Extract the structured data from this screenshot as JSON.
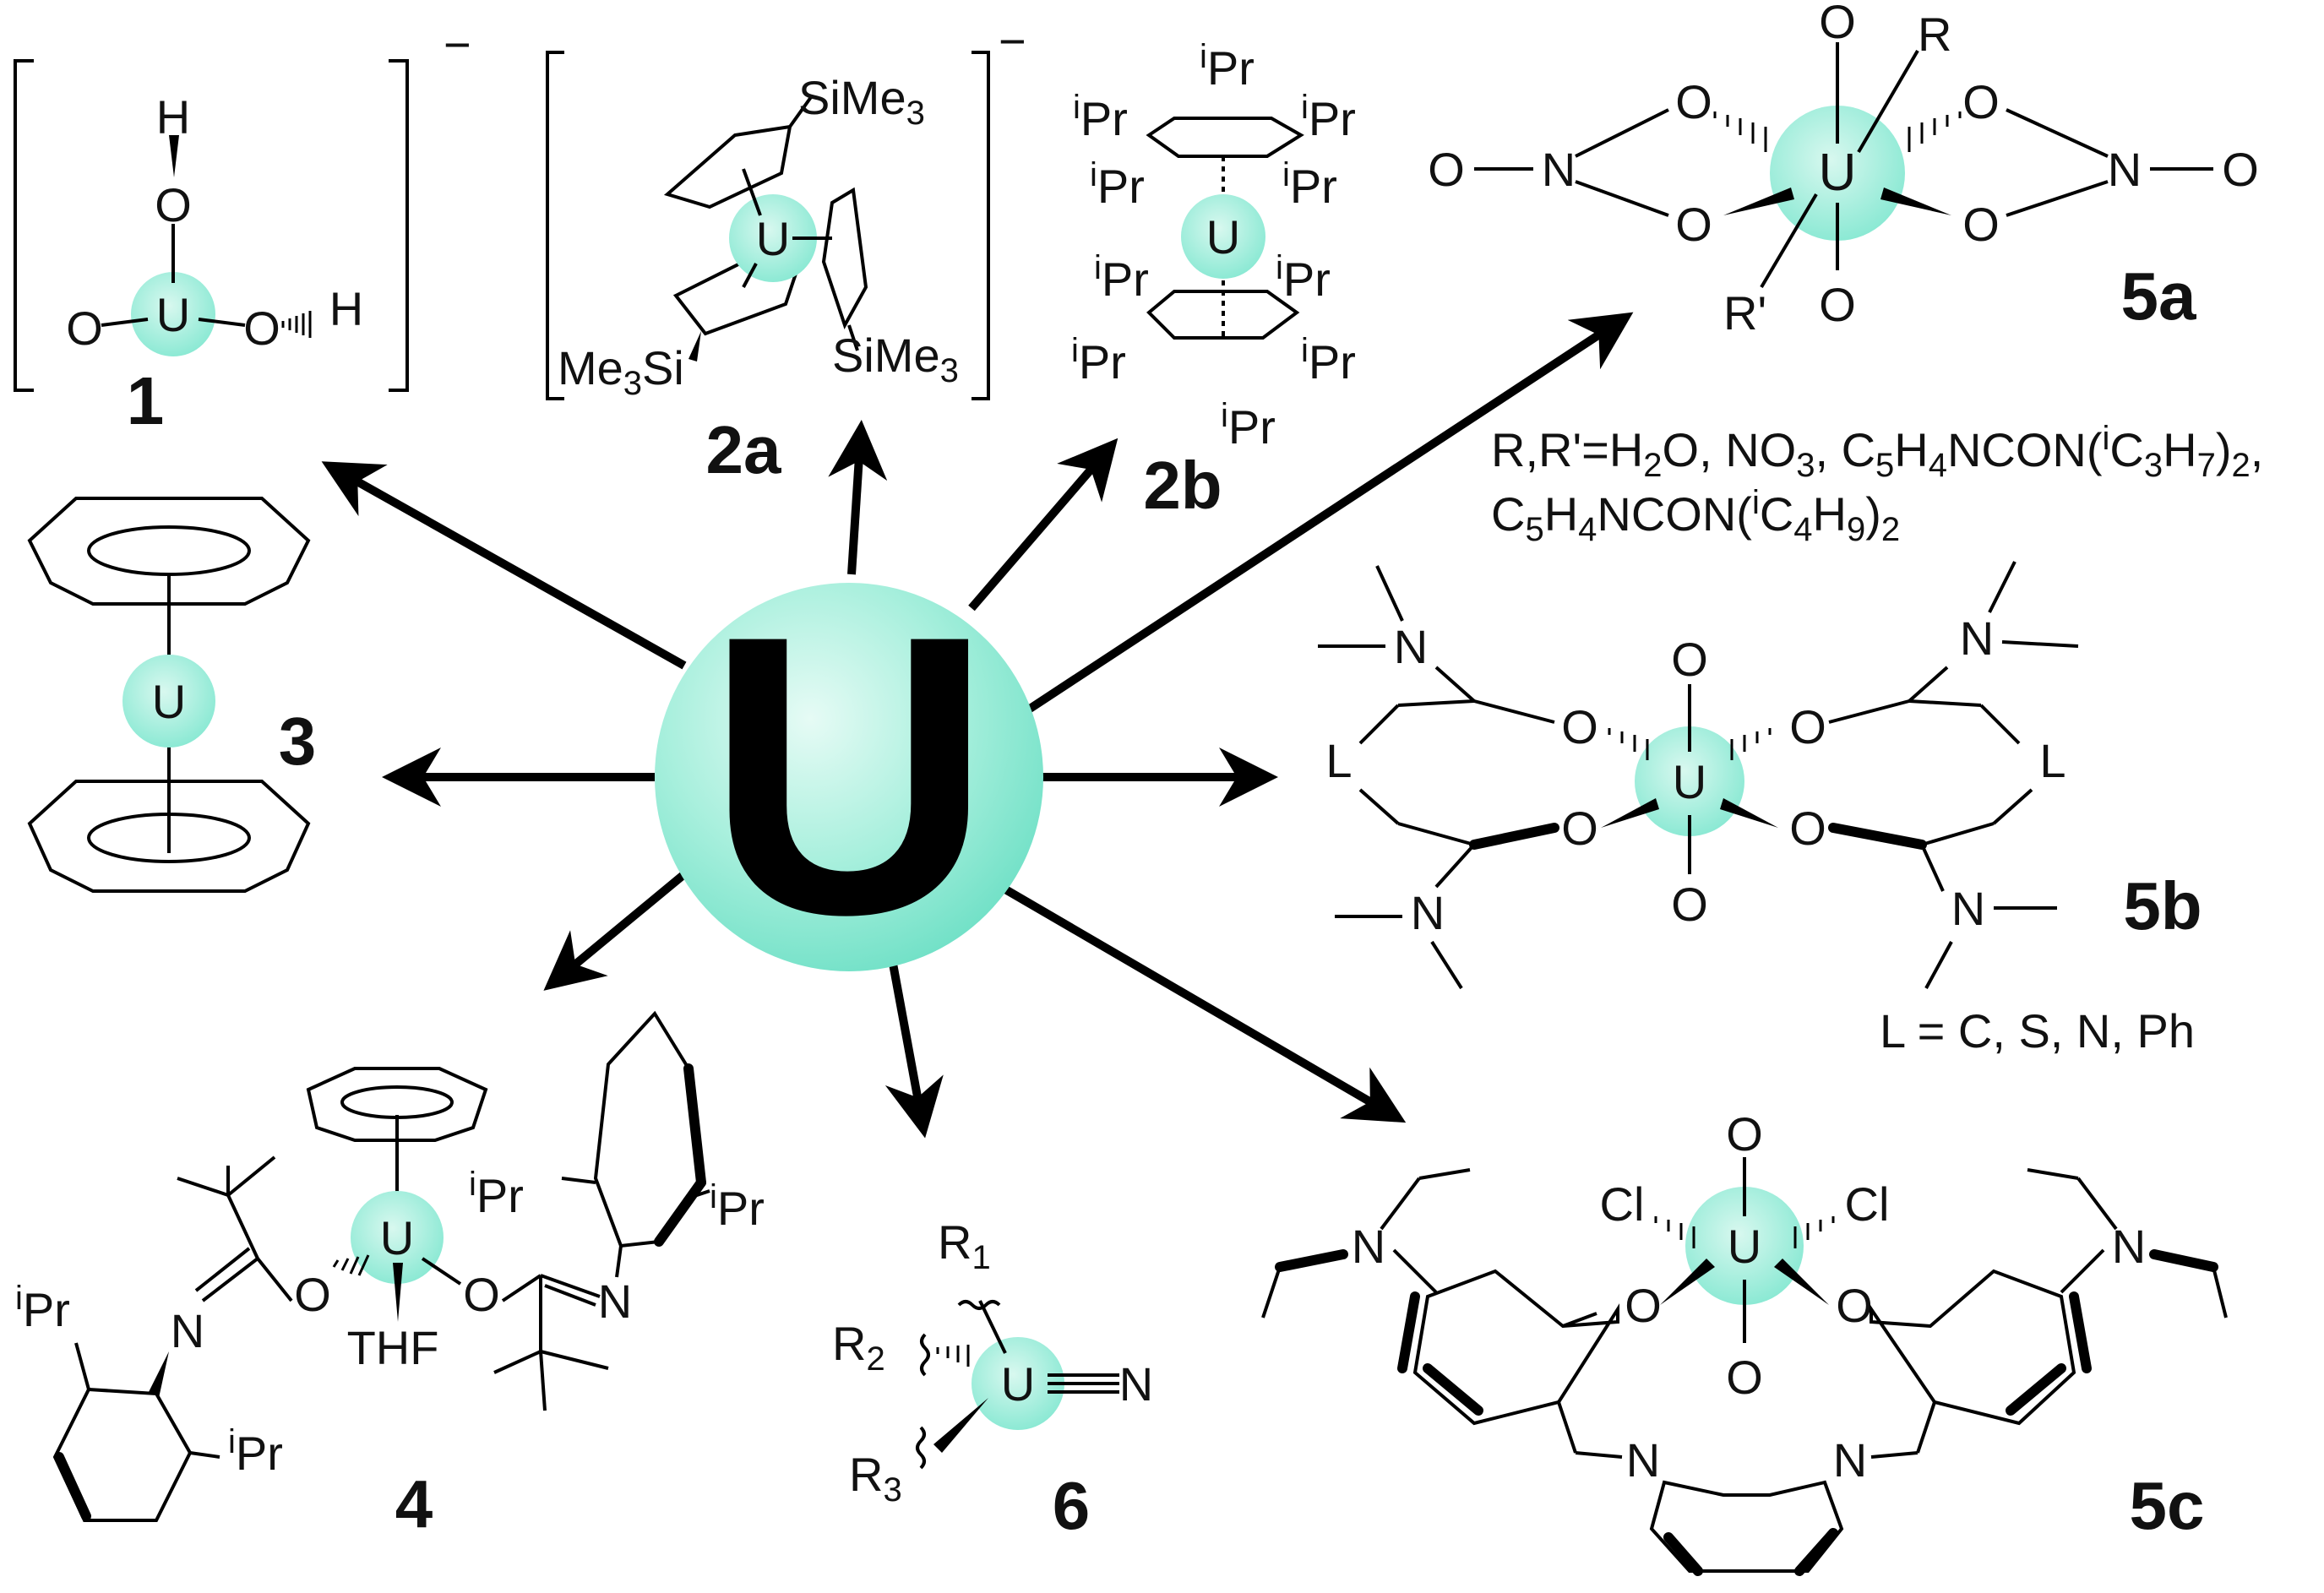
{
  "center": {
    "element": "U",
    "color": "#7fe5cf"
  },
  "accent_color": "#7fe5cf",
  "compounds": {
    "c1": {
      "label": "1",
      "charge": "−",
      "atoms": {
        "u": "U",
        "o_left": "O",
        "o_top": "O",
        "o_right": "O",
        "h_top": "H",
        "h_right": "H"
      }
    },
    "c2a": {
      "label": "2a",
      "charge": "−",
      "atoms": {
        "u": "U"
      },
      "substituent_top": {
        "main": "SiMe",
        "sub": "3"
      },
      "substituent_bottom_left": {
        "main": "Me",
        "sub": "3",
        "tail": "Si"
      },
      "substituent_bottom_right": {
        "main": "SiMe",
        "sub": "3"
      }
    },
    "c2b": {
      "label": "2b",
      "atoms": {
        "u": "U"
      },
      "ipr": {
        "sup": "i",
        "main": "Pr"
      }
    },
    "c3": {
      "label": "3",
      "atoms": {
        "u": "U"
      }
    },
    "c4": {
      "label": "4",
      "atoms": {
        "u": "U",
        "thf": "THF",
        "o1": "O",
        "o2": "O",
        "n1": "N",
        "n2": "N"
      },
      "ipr": {
        "sup": "i",
        "main": "Pr"
      }
    },
    "c5a": {
      "label": "5a",
      "atoms": {
        "u": "U",
        "o": "O",
        "n": "N",
        "r": "R",
        "r_prime": "R'"
      },
      "note_line1": [
        {
          "t": "R,R'=H"
        },
        {
          "s": "2"
        },
        {
          "t": "O, NO"
        },
        {
          "s": "3"
        },
        {
          "t": ", C"
        },
        {
          "s": "5"
        },
        {
          "t": "H"
        },
        {
          "s": "4"
        },
        {
          "t": "NCON("
        },
        {
          "p": "i"
        },
        {
          "t": "C"
        },
        {
          "s": "3"
        },
        {
          "t": "H"
        },
        {
          "s": "7"
        },
        {
          "t": ")"
        },
        {
          "s": "2"
        },
        {
          "t": ","
        }
      ],
      "note_line2": [
        {
          "t": "C"
        },
        {
          "s": "5"
        },
        {
          "t": "H"
        },
        {
          "s": "4"
        },
        {
          "t": "NCON("
        },
        {
          "p": "i"
        },
        {
          "t": "C"
        },
        {
          "s": "4"
        },
        {
          "t": "H"
        },
        {
          "s": "9"
        },
        {
          "t": ")"
        },
        {
          "s": "2"
        }
      ]
    },
    "c5b": {
      "label": "5b",
      "atoms": {
        "u": "U",
        "o": "O",
        "n": "N",
        "l": "L"
      },
      "note": "L = C, S, N, Ph"
    },
    "c5c": {
      "label": "5c",
      "atoms": {
        "u": "U",
        "o": "O",
        "n": "N",
        "cl": "Cl"
      }
    },
    "c6": {
      "label": "6",
      "atoms": {
        "u": "U",
        "n": "N"
      },
      "r1": {
        "main": "R",
        "sub": "1"
      },
      "r2": {
        "main": "R",
        "sub": "2"
      },
      "r3": {
        "main": "R",
        "sub": "3"
      }
    }
  }
}
